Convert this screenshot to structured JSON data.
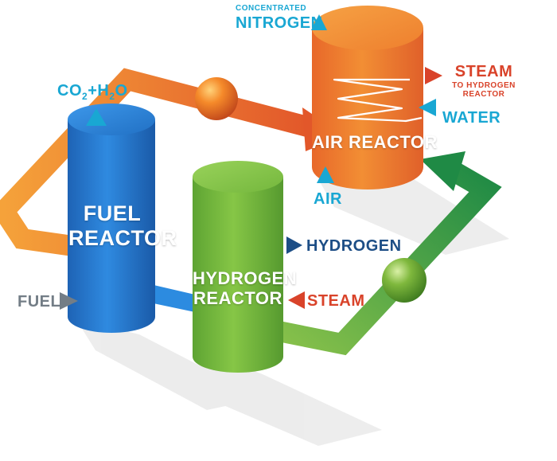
{
  "colors": {
    "fuel_reactor": "#2a7fd0",
    "air_reactor": "#ef7a2c",
    "hydrogen_reactor": "#7cbf3e",
    "label_cyan": "#19a7d3",
    "label_red": "#d9432a",
    "label_navy": "#1d4e86",
    "label_grey": "#737d86",
    "orange_loop": "#ef7b22",
    "green_loop": "#2f9a49",
    "blue_flow": "#2c8be0"
  },
  "reactors": {
    "fuel": {
      "line1": "FUEL",
      "line2": "REACTOR"
    },
    "hydrogen": {
      "line1": "HYDROGEN",
      "line2": "REACTOR"
    },
    "air": {
      "label": "AIR REACTOR"
    }
  },
  "streams": {
    "concentrated_nitrogen": {
      "line1": "CONCENTRATED",
      "line2": "NITROGEN",
      "icon": "up-arrow"
    },
    "co2_h2o": {
      "co": "CO",
      "sub1": "2",
      "mid": "+H",
      "sub2": "2",
      "end": "O",
      "icon": "up-arrow"
    },
    "steam_out": {
      "line1": "STEAM",
      "line2": "TO HYDROGEN",
      "line3": "REACTOR",
      "icon": "right-arrow"
    },
    "water": {
      "label": "WATER",
      "icon": "left-arrow"
    },
    "air": {
      "label": "AIR",
      "icon": "up-arrow"
    },
    "hydrogen": {
      "label": "HYDROGEN",
      "icon": "right-arrow"
    },
    "steam_in": {
      "label": "STEAM",
      "icon": "left-arrow"
    },
    "fuel": {
      "label": "FUEL",
      "icon": "right-arrow"
    }
  }
}
